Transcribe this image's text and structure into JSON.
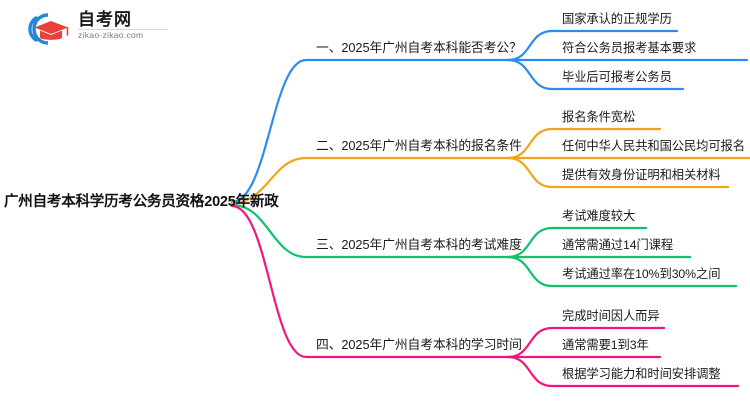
{
  "logo": {
    "name_cn": "自考网",
    "name_en": "zikao-zikao.com",
    "mark_icon": "graduation-cap-icon",
    "arc_color": "#1e8ad6",
    "cap_color": "#e8413c"
  },
  "mindmap": {
    "root": {
      "label": "广州自考本科学历考公务员资格2025年新政"
    },
    "branches": [
      {
        "index": "1",
        "label": "一、2025年广州自考本科能否考公？",
        "color": "#2d8cf0",
        "children": [
          {
            "label": "国家承认的正规学历"
          },
          {
            "label": "符合公务员报考基本要求"
          },
          {
            "label": "毕业后可报考公务员"
          }
        ]
      },
      {
        "index": "2",
        "label": "二、2025年广州自考本科的报名条件",
        "color": "#f2a515",
        "children": [
          {
            "label": "报名条件宽松"
          },
          {
            "label": "任何中华人民共和国公民均可报名"
          },
          {
            "label": "提供有效身份证明和相关材料"
          }
        ]
      },
      {
        "index": "3",
        "label": "三、2025年广州自考本科的考试难度",
        "color": "#0ec36a",
        "children": [
          {
            "label": "考试难度较大"
          },
          {
            "label": "通常需通过14门课程"
          },
          {
            "label": "考试通过率在10%到30%之间"
          }
        ]
      },
      {
        "index": "4",
        "label": "四、2025年广州自考本科的学习时间",
        "color": "#f4157f",
        "children": [
          {
            "label": "完成时间因人而异"
          },
          {
            "label": "通常需要1到3年"
          },
          {
            "label": "根据学习能力和时间安排调整"
          }
        ]
      }
    ]
  }
}
